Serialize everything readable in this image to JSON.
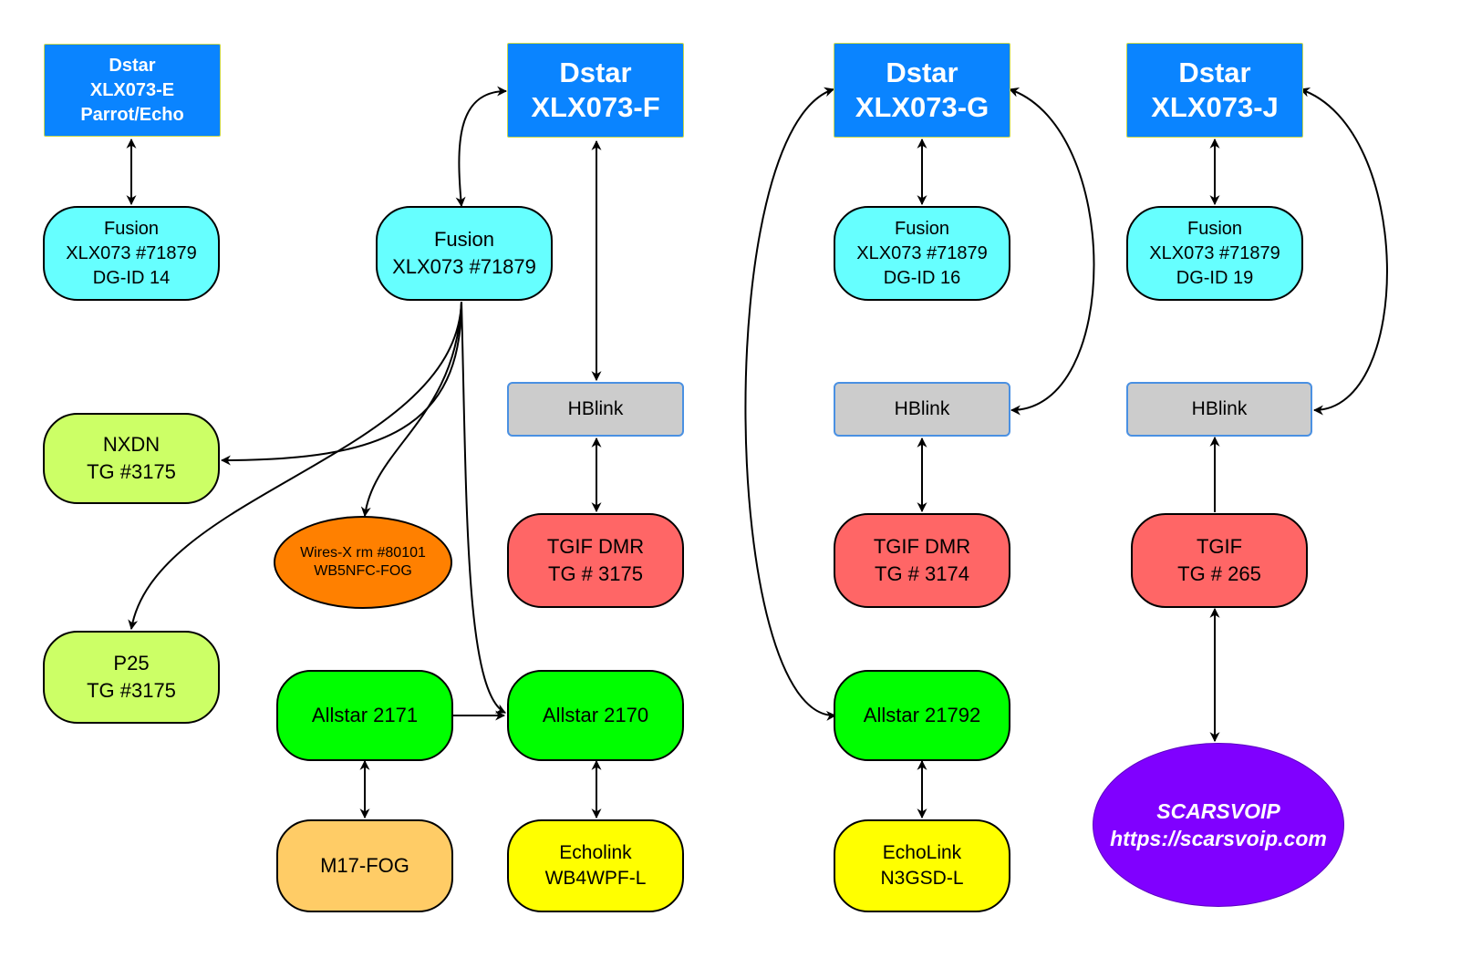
{
  "nodes": {
    "dstar_e": [
      "Dstar",
      "XLX073-E",
      "Parrot/Echo"
    ],
    "dstar_f": [
      "Dstar",
      "XLX073-F"
    ],
    "dstar_g": [
      "Dstar",
      "XLX073-G"
    ],
    "dstar_j": [
      "Dstar",
      "XLX073-J"
    ],
    "fusion_e": [
      "Fusion",
      "XLX073 #71879",
      "DG-ID 14"
    ],
    "fusion_f": [
      "Fusion",
      "XLX073 #71879"
    ],
    "fusion_g": [
      "Fusion",
      "XLX073 #71879",
      "DG-ID 16"
    ],
    "fusion_j": [
      "Fusion",
      "XLX073 #71879",
      "DG-ID 19"
    ],
    "hblink_f": [
      "HBlink"
    ],
    "hblink_g": [
      "HBlink"
    ],
    "hblink_j": [
      "HBlink"
    ],
    "nxdn": [
      "NXDN",
      "TG #3175"
    ],
    "p25": [
      "P25",
      "TG #3175"
    ],
    "wires": [
      "Wires-X rm #80101",
      "WB5NFC-FOG"
    ],
    "tgif_f": [
      "TGIF DMR",
      "TG # 3175"
    ],
    "tgif_g": [
      "TGIF DMR",
      "TG # 3174"
    ],
    "tgif_j": [
      "TGIF",
      "TG # 265"
    ],
    "allstar_2171": [
      "Allstar 2171"
    ],
    "allstar_2170": [
      "Allstar 2170"
    ],
    "allstar_21792": [
      "Allstar 21792"
    ],
    "m17": [
      "M17-FOG"
    ],
    "echolink_f": [
      "Echolink",
      "WB4WPF-L"
    ],
    "echolink_g": [
      "EchoLink",
      "N3GSD-L"
    ],
    "scars": [
      "SCARSVOIP",
      "https://scarsvoip.com"
    ]
  },
  "colors": {
    "dstar": "#0a84ff",
    "fusion": "#66ffff",
    "hblink": "#cccccc",
    "tgif": "#ff6666",
    "allstar": "#00ff00",
    "nxdn_p25": "#ccff66",
    "echolink": "#ffff00",
    "m17": "#ffcc66",
    "wires": "#ff8000",
    "scars": "#8000ff"
  },
  "edges": [
    {
      "from": "dstar_e",
      "to": "fusion_e",
      "dir": "both"
    },
    {
      "from": "dstar_f",
      "to": "fusion_f",
      "dir": "both"
    },
    {
      "from": "dstar_f",
      "to": "hblink_f",
      "dir": "both"
    },
    {
      "from": "hblink_f",
      "to": "tgif_f",
      "dir": "both"
    },
    {
      "from": "fusion_f",
      "to": "nxdn",
      "dir": "forward"
    },
    {
      "from": "fusion_f",
      "to": "wires",
      "dir": "forward"
    },
    {
      "from": "fusion_f",
      "to": "p25",
      "dir": "forward"
    },
    {
      "from": "fusion_f",
      "to": "allstar_2170",
      "dir": "forward"
    },
    {
      "from": "allstar_2171",
      "to": "allstar_2170",
      "dir": "forward"
    },
    {
      "from": "allstar_2171",
      "to": "m17",
      "dir": "both"
    },
    {
      "from": "allstar_2170",
      "to": "echolink_f",
      "dir": "both"
    },
    {
      "from": "dstar_g",
      "to": "fusion_g",
      "dir": "both"
    },
    {
      "from": "dstar_g",
      "to": "hblink_g",
      "dir": "both"
    },
    {
      "from": "dstar_g",
      "to": "allstar_21792",
      "dir": "both"
    },
    {
      "from": "hblink_g",
      "to": "tgif_g",
      "dir": "both"
    },
    {
      "from": "allstar_21792",
      "to": "echolink_g",
      "dir": "both"
    },
    {
      "from": "dstar_j",
      "to": "fusion_j",
      "dir": "both"
    },
    {
      "from": "dstar_j",
      "to": "hblink_j",
      "dir": "both"
    },
    {
      "from": "tgif_j",
      "to": "hblink_j",
      "dir": "forward"
    },
    {
      "from": "tgif_j",
      "to": "scars",
      "dir": "both"
    }
  ]
}
